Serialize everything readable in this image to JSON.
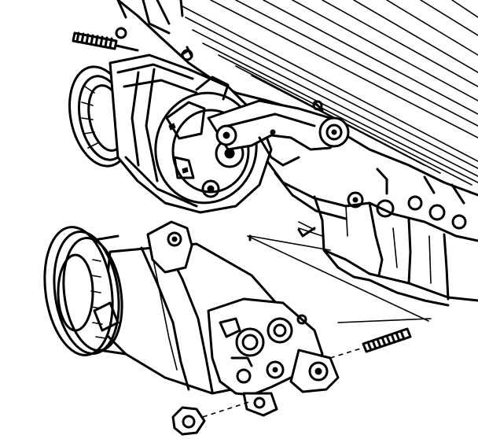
{
  "figure": {
    "style": "line-art",
    "stroke_color": "#000000",
    "background_color": "#ffffff",
    "parts": [
      {
        "name": "engine-block",
        "icon": "engine-block-icon"
      },
      {
        "name": "oil-pan",
        "icon": "oil-pan-icon"
      },
      {
        "name": "generator",
        "icon": "generator-icon"
      },
      {
        "name": "generator-mounting-bracket",
        "icon": "bracket-icon"
      },
      {
        "name": "generator-stud",
        "icon": "stud-icon"
      },
      {
        "name": "ac-compressor",
        "icon": "compressor-icon"
      },
      {
        "name": "compressor-clutch-pulley",
        "icon": "pulley-icon"
      },
      {
        "name": "compressor-mounting-stud",
        "icon": "stud-icon"
      },
      {
        "name": "compressor-mounting-nut",
        "icon": "nut-icon"
      }
    ]
  }
}
